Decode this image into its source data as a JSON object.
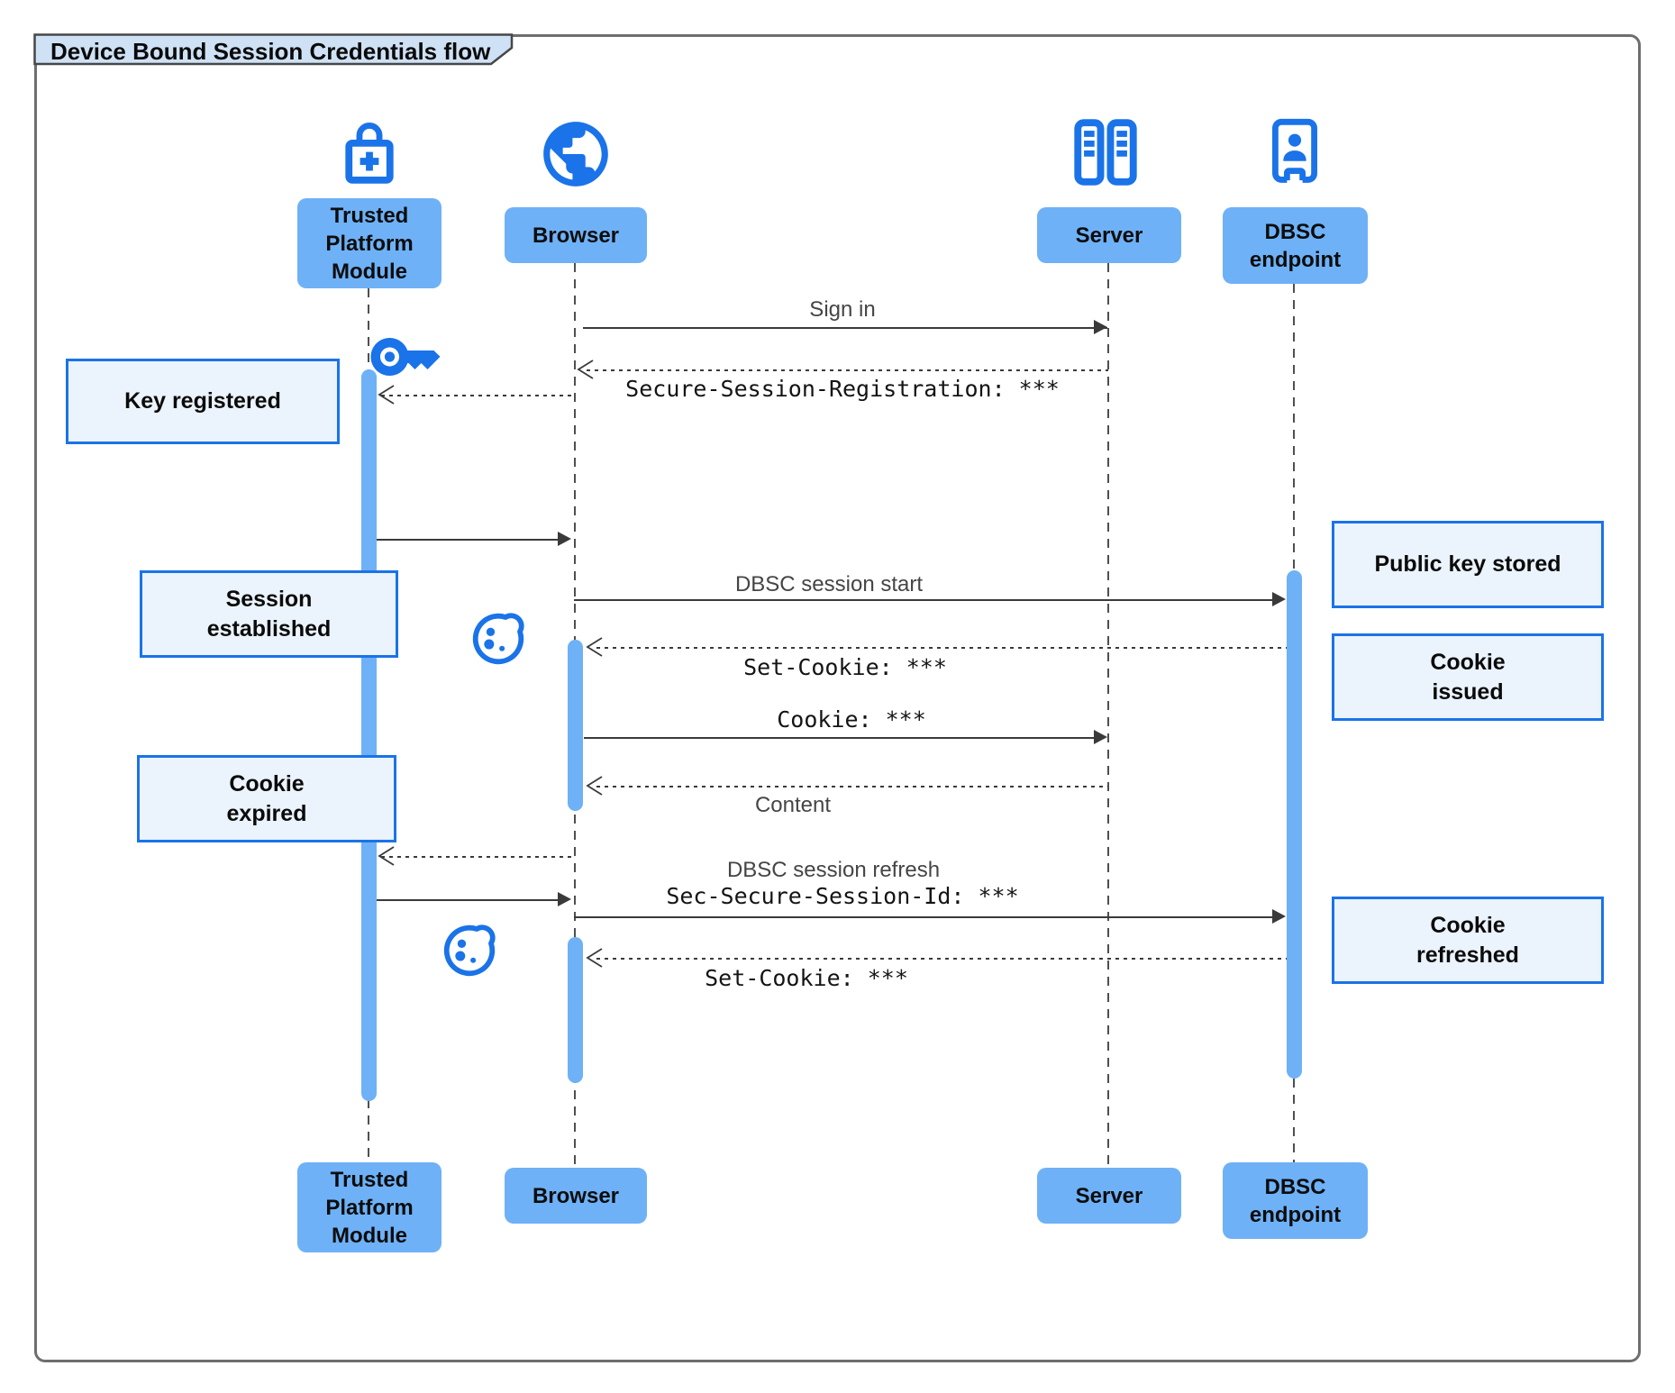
{
  "title": "Device Bound Session Credentials flow",
  "colors": {
    "accent": "#1a73e8",
    "actor_fill": "#6eb1f7",
    "note_fill": "#ebf3fc",
    "note_border": "#1a73e8",
    "line": "#3a3a3a",
    "frame_border": "#6e6e6e",
    "title_tab_fill": "#cfe1f5"
  },
  "actors": {
    "tpm": {
      "name": "Trusted\nPlatform\nModule",
      "icon": "lock-plus-icon"
    },
    "browser": {
      "name": "Browser",
      "icon": "globe-icon"
    },
    "server": {
      "name": "Server",
      "icon": "server-rack-icon"
    },
    "dbsc": {
      "name": "DBSC\nendpoint",
      "icon": "badge-door-icon"
    }
  },
  "messages": [
    {
      "from": "Browser",
      "to": "Server",
      "type": "solid",
      "label": "Sign in"
    },
    {
      "from": "Server",
      "to": "Browser",
      "type": "dashed",
      "font": "mono",
      "label": "Secure-Session-Registration: ***"
    },
    {
      "from": "Browser",
      "to": "Trusted Platform Module",
      "type": "dashed",
      "label": ""
    },
    {
      "from": "Trusted Platform Module",
      "to": "Browser",
      "type": "solid",
      "label": ""
    },
    {
      "from": "Browser",
      "to": "DBSC endpoint",
      "type": "solid",
      "label": "DBSC session start"
    },
    {
      "from": "DBSC endpoint",
      "to": "Browser",
      "type": "dashed",
      "font": "mono",
      "label": "Set-Cookie: ***"
    },
    {
      "from": "Browser",
      "to": "Server",
      "type": "solid",
      "font": "mono",
      "label": "Cookie: ***"
    },
    {
      "from": "Server",
      "to": "Browser",
      "type": "dashed",
      "label": "Content"
    },
    {
      "from": "Browser",
      "to": "Trusted Platform Module",
      "type": "dashed",
      "label": ""
    },
    {
      "from": "Trusted Platform Module",
      "to": "Browser",
      "type": "solid",
      "label": ""
    },
    {
      "from": "Browser",
      "to": "DBSC endpoint",
      "type": "solid",
      "label": "DBSC session refresh",
      "label2": "Sec-Secure-Session-Id: ***"
    },
    {
      "from": "DBSC endpoint",
      "to": "Browser",
      "type": "dashed",
      "font": "mono",
      "label": "Set-Cookie: ***"
    }
  ],
  "notes": [
    {
      "text": "Key registered"
    },
    {
      "text": "Session\nestablished"
    },
    {
      "text": "Cookie\nexpired"
    },
    {
      "text": "Public key stored"
    },
    {
      "text": "Cookie\nissued"
    },
    {
      "text": "Cookie\nrefreshed"
    }
  ]
}
